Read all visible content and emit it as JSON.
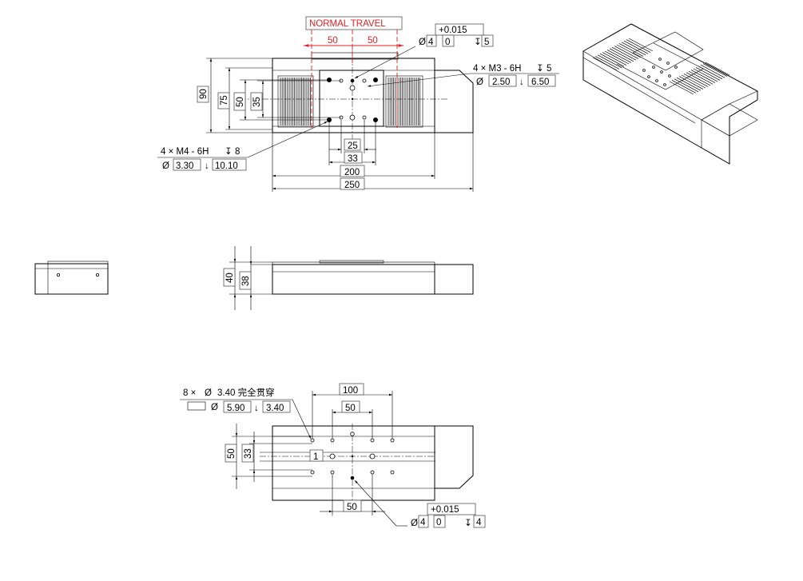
{
  "top_view": {
    "travel_label": "NORMAL TRAVEL",
    "travel_left": "50",
    "travel_right": "50",
    "dims": {
      "d90": "90",
      "d75": "75",
      "d50": "50",
      "d35": "35",
      "d25": "25",
      "d33": "33",
      "d200": "200",
      "d250": "250"
    },
    "callout_m3": {
      "count": "4 ×  M3 - 6H",
      "depth": "5",
      "dia_symbol": "Ø",
      "dia": "2.50",
      "dia_depth": "6.50"
    },
    "callout_m4": {
      "count": "4 ×  M4 - 6H",
      "depth": "8",
      "dia_symbol": "Ø",
      "dia": "3.30",
      "dia_depth": "10.10"
    },
    "pin_top": {
      "tol": "+0.015",
      "zero": "0",
      "dia_symbol": "Ø",
      "dia": "4",
      "depth": "5"
    }
  },
  "side_view": {
    "d40": "40",
    "d38": "38"
  },
  "bottom_view": {
    "callout": {
      "line1_count": "8 ×",
      "dia_symbol": "Ø",
      "line1_value": "3.40 完全贯穿",
      "dia": "5.90",
      "depth": "3.40"
    },
    "d100": "100",
    "d50_top": "50",
    "d50_bottom": "50",
    "d50_left": "50",
    "d33_left": "33",
    "datum": "1",
    "pin_bottom": {
      "tol": "+0.015",
      "zero": "0",
      "dia_symbol": "Ø",
      "dia": "4",
      "depth": "4"
    }
  }
}
